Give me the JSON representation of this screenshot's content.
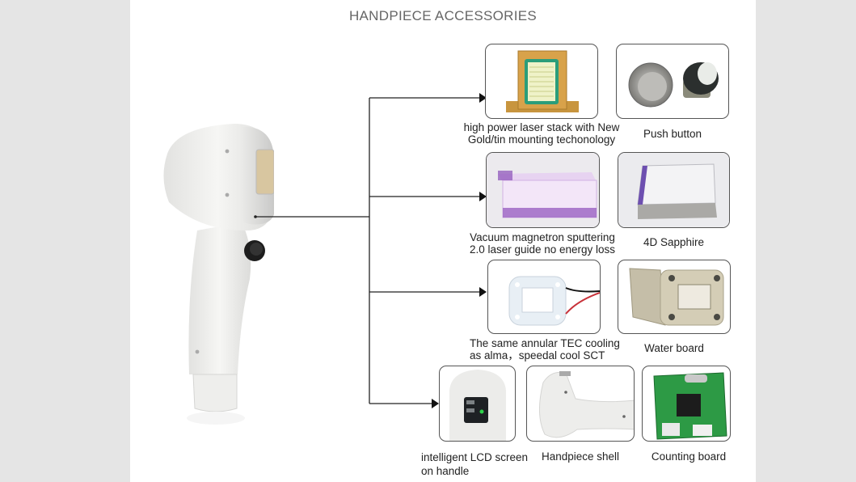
{
  "title": "HANDPIECE ACCESSORIES",
  "colors": {
    "background": "#e5e5e5",
    "page": "#ffffff",
    "title": "#666666",
    "text": "#222222",
    "line": "#222222",
    "card_border": "#555555"
  },
  "main_image": {
    "name": "diode-laser-handpiece",
    "icon": "handpiece-icon"
  },
  "accessories": [
    {
      "id": "laser-stack",
      "icon": "laser-stack-icon",
      "caption": [
        "high power  laser stack with New",
        "Gold/tin mounting techonology"
      ]
    },
    {
      "id": "push-button",
      "icon": "push-button-icon",
      "caption": [
        "Push button"
      ]
    },
    {
      "id": "laser-guide",
      "icon": "laser-guide-crystal-icon",
      "caption": [
        "Vacuum magnetron sputtering",
        "2.0 laser guide no energy loss"
      ]
    },
    {
      "id": "sapphire",
      "icon": "sapphire-crystal-icon",
      "caption": [
        "4D Sapphire"
      ]
    },
    {
      "id": "tec-cooling",
      "icon": "tec-cooling-plate-icon",
      "caption": [
        "The same annular TEC cooling",
        "as alma，speedal cool SCT"
      ]
    },
    {
      "id": "water-board",
      "icon": "water-board-icon",
      "caption": [
        "Water board"
      ]
    },
    {
      "id": "lcd-screen",
      "icon": "lcd-screen-icon",
      "caption": [
        "intelligent LCD screen",
        "on handle"
      ]
    },
    {
      "id": "handpiece-shell",
      "icon": "handpiece-shell-icon",
      "caption": [
        "Handpiece shell"
      ]
    },
    {
      "id": "counting-board",
      "icon": "counting-board-icon",
      "caption": [
        "Counting board"
      ]
    }
  ]
}
